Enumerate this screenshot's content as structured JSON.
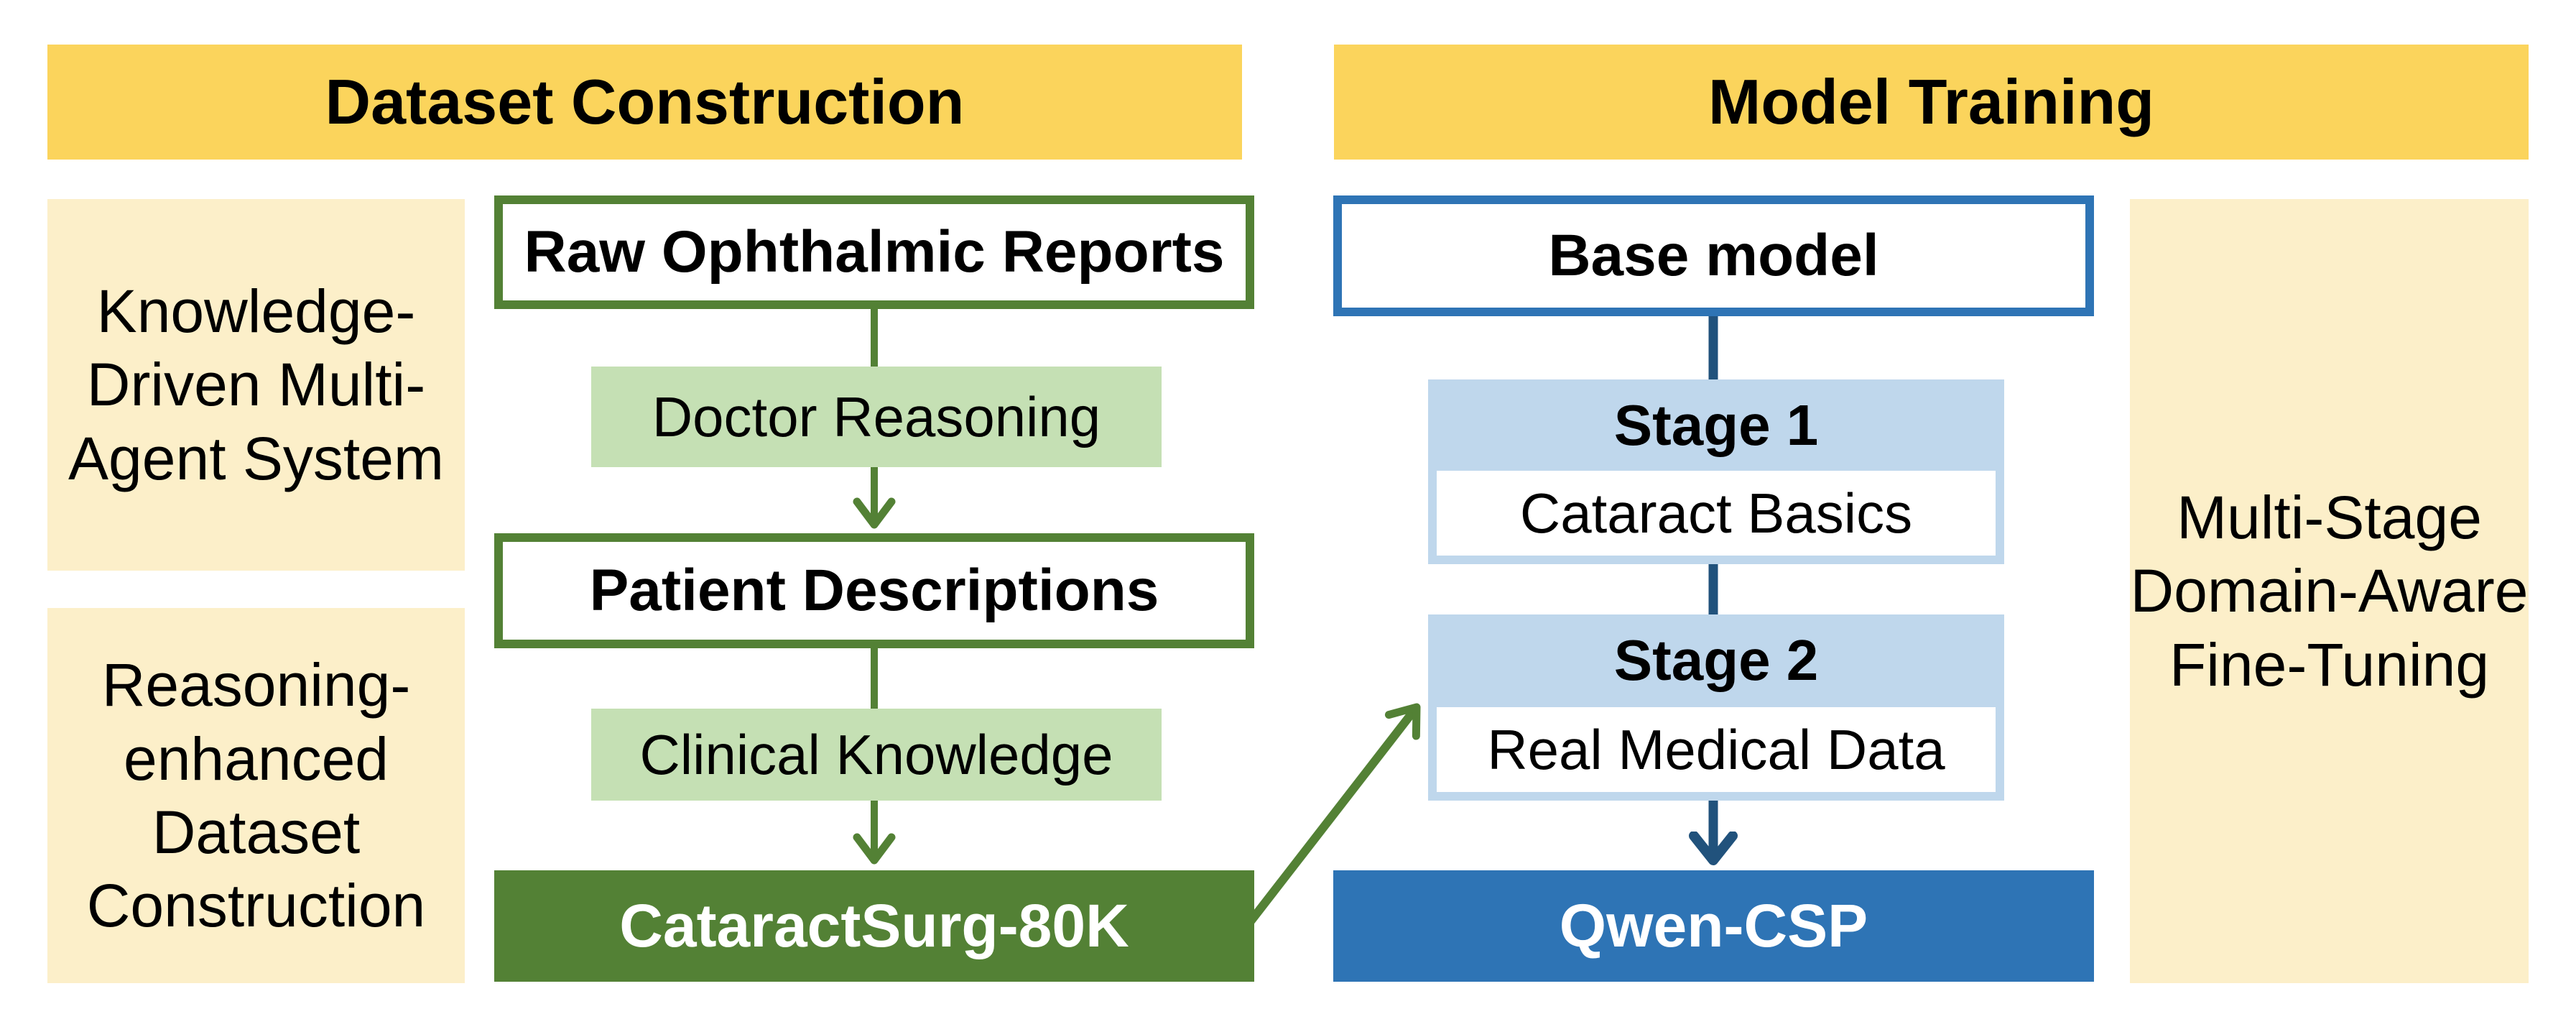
{
  "colors": {
    "gold": "#FBD45C",
    "light_yellow": "#FCEFC9",
    "green_dark": "#538135",
    "green_light": "#C5E0B4",
    "blue": "#2E74B5",
    "blue_light": "#BFD7EC",
    "blue_line": "#21527C",
    "text": "#000000"
  },
  "headers": {
    "dataset_construction": "Dataset Construction",
    "model_training": "Model Training"
  },
  "side_panels": {
    "knowledge_agent": "Knowledge-\nDriven Multi-\nAgent System",
    "reasoning_dataset": "Reasoning-\nenhanced\nDataset\nConstruction",
    "fine_tuning": "Multi-Stage\nDomain-Aware\nFine-Tuning"
  },
  "dataset_flow": {
    "raw_reports": "Raw Ophthalmic Reports",
    "doctor_reasoning": "Doctor Reasoning",
    "patient_descriptions": "Patient Descriptions",
    "clinical_knowledge": "Clinical Knowledge",
    "output_dataset": "CataractSurg-80K"
  },
  "training_flow": {
    "base_model": "Base model",
    "stage1_title": "Stage 1",
    "stage1_subtitle": "Cataract Basics",
    "stage2_title": "Stage 2",
    "stage2_subtitle": "Real Medical Data",
    "output_model": "Qwen-CSP"
  }
}
